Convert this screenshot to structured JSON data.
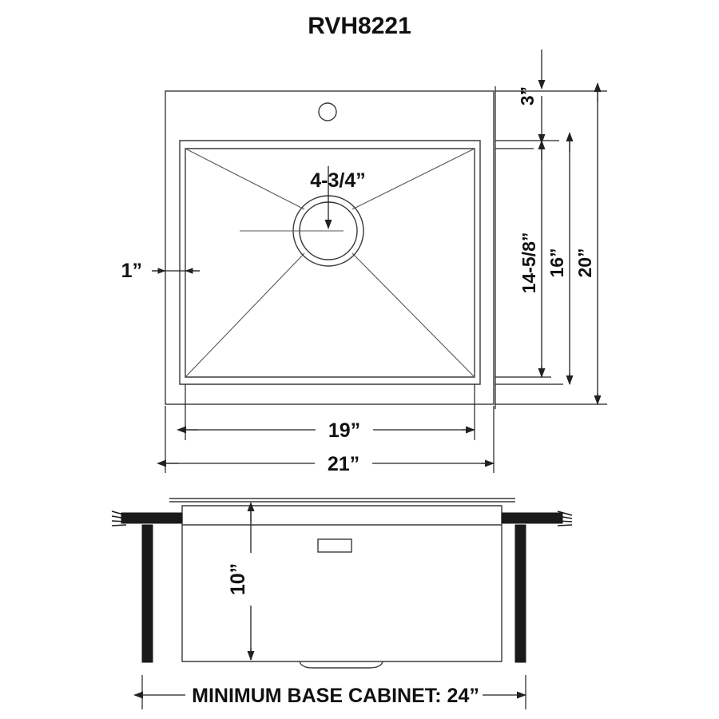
{
  "drawing": {
    "title": "RVH8221",
    "type": "technical-dimension-drawing",
    "product": "kitchen sink",
    "views": [
      "top-view",
      "front-section-view"
    ]
  },
  "top_view": {
    "dimensions": {
      "overall_width": "21”",
      "basin_width": "19”",
      "overall_depth": "20”",
      "basin_depth": "16”",
      "basin_inner_depth": "14-5/8”",
      "rim_back_offset": "3”",
      "rim_edge": "1”",
      "drain_offset": "4-3/4”"
    },
    "features": {
      "faucet_hole": "faucet-hole",
      "drain": "drain-circle"
    }
  },
  "section_view": {
    "dimensions": {
      "bowl_depth": "10”",
      "minimum_base_cabinet": "MINIMUM BASE CABINET: 24”"
    },
    "features": {
      "countertop_left": "countertop-slab-left",
      "countertop_right": "countertop-slab-right",
      "cabinet_wall_left": "cabinet-wall-left",
      "cabinet_wall_right": "cabinet-wall-right",
      "badge_plate": "brand-plate",
      "drain_bump": "drain-boss"
    }
  },
  "colors": {
    "line": "#3a3a3a",
    "dimension": "#222222",
    "text": "#111111",
    "solid": "#1a1a1a",
    "background": "#ffffff"
  }
}
